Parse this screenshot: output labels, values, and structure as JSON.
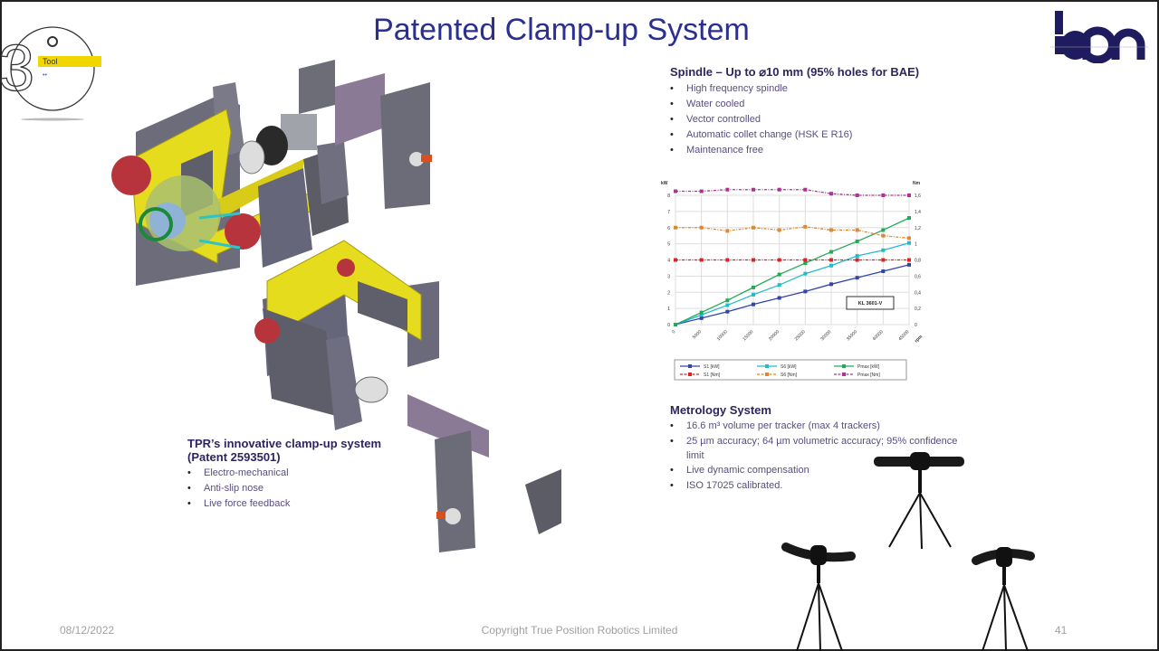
{
  "slide": {
    "title": "Patented Clamp-up System",
    "badge": {
      "label": "Tool",
      "sub": "••",
      "number": "3"
    },
    "logo": {
      "text": "tpr",
      "color": "#1e1b5e"
    }
  },
  "spindle": {
    "heading": "Spindle – Up to ⌀10 mm (95% holes for BAE)",
    "bullets": [
      "High frequency spindle",
      "Water cooled",
      "Vector controlled",
      "Automatic collet change (HSK E R16)",
      "Maintenance free"
    ]
  },
  "clampup": {
    "heading_line1": "TPR’s innovative clamp-up system",
    "heading_line2": "(Patent 2593501)",
    "bullets": [
      "Electro-mechanical",
      "Anti-slip nose",
      "Live force feedback"
    ]
  },
  "metrology": {
    "heading": "Metrology System",
    "bullets": [
      "16.6 m³ volume per tracker (max 4 trackers)",
      "25 µm accuracy;   64 µm volumetric accuracy; 95% confidence limit",
      "Live dynamic compensation",
      "ISO 17025 calibrated."
    ]
  },
  "footer": {
    "date": "08/12/2022",
    "copyright": "Copyright True Position Robotics Limited",
    "page": "41"
  },
  "chart_data": {
    "type": "line",
    "left_axis_label": "kW",
    "right_axis_label": "Nm",
    "x_axis_label": "rpm",
    "annotation": "KL 3601-V",
    "x": [
      0,
      5000,
      10000,
      15000,
      20000,
      25000,
      30000,
      35000,
      40000,
      45000
    ],
    "x_tick_labels": [
      "0",
      "5000",
      "10000",
      "15000",
      "20000",
      "25000",
      "30000",
      "35000",
      "40000",
      "45000"
    ],
    "left_ylim": [
      0,
      8
    ],
    "left_ticks": [
      "0",
      "1",
      "2",
      "3",
      "4",
      "5",
      "6",
      "7",
      "8"
    ],
    "right_ylim": [
      0,
      1.6
    ],
    "right_ticks": [
      "0",
      "0,2",
      "0,4",
      "0,6",
      "0,8",
      "1",
      "1,2",
      "1,4",
      "1,6"
    ],
    "grid": true,
    "legend_placement": "bottom",
    "series": [
      {
        "name": "S1 [kW]",
        "axis": "left",
        "color": "#3344aa",
        "dash": false,
        "values": [
          0,
          0.4,
          0.8,
          1.25,
          1.65,
          2.05,
          2.5,
          2.9,
          3.3,
          3.7
        ]
      },
      {
        "name": "S6 [kW]",
        "axis": "left",
        "color": "#22bbcc",
        "dash": false,
        "values": [
          0,
          0.6,
          1.2,
          1.85,
          2.45,
          3.15,
          3.65,
          4.25,
          4.6,
          5.05
        ]
      },
      {
        "name": "Pmax [kW]",
        "axis": "left",
        "color": "#22aa55",
        "dash": false,
        "values": [
          0,
          0.75,
          1.5,
          2.3,
          3.1,
          3.8,
          4.5,
          5.15,
          5.85,
          6.6
        ]
      },
      {
        "name": "S1 [Nm]",
        "axis": "right",
        "color": "#dd2222",
        "dash": true,
        "values": [
          0.8,
          0.8,
          0.8,
          0.8,
          0.8,
          0.8,
          0.8,
          0.8,
          0.8,
          0.8
        ]
      },
      {
        "name": "S6 [Nm]",
        "axis": "right",
        "color": "#dd8833",
        "dash": true,
        "values": [
          1.2,
          1.2,
          1.16,
          1.2,
          1.17,
          1.21,
          1.17,
          1.17,
          1.1,
          1.07
        ]
      },
      {
        "name": "Pmax [Nm]",
        "axis": "right",
        "color": "#aa3399",
        "dash": true,
        "values": [
          1.65,
          1.65,
          1.67,
          1.67,
          1.67,
          1.67,
          1.62,
          1.6,
          1.6,
          1.6
        ]
      }
    ]
  }
}
